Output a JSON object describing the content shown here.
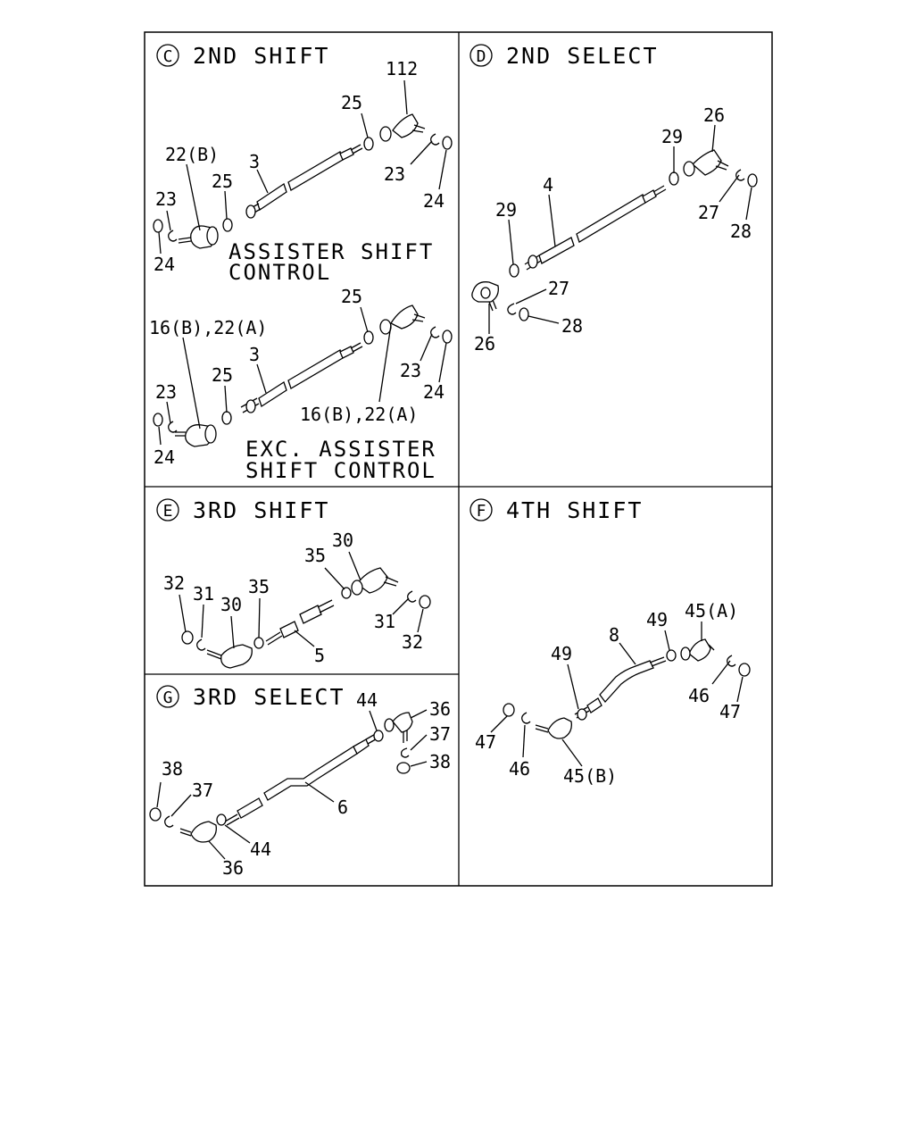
{
  "panels": {
    "c": {
      "letter": "C",
      "title": "2ND SHIFT",
      "upper": {
        "caption1": "ASSISTER SHIFT",
        "caption2": "CONTROL",
        "labels": {
          "p112": "112",
          "p25a": "25",
          "p23a": "23",
          "p24a": "24",
          "p22b": "22(B)",
          "p3": "3",
          "p25b": "25",
          "p23b": "23",
          "p24b": "24"
        }
      },
      "lower": {
        "caption1": "EXC. ASSISTER",
        "caption2": "SHIFT CONTROL",
        "labels": {
          "p16b22a_top": "16(B),22(A)",
          "p25a": "25",
          "p3": "3",
          "p25b": "25",
          "p23a": "23",
          "p24a": "24",
          "p16b22a_bot": "16(B),22(A)",
          "p23b": "23",
          "p24b": "24"
        }
      }
    },
    "d": {
      "letter": "D",
      "title": "2ND SELECT",
      "labels": {
        "p26a": "26",
        "p29a": "29",
        "p4": "4",
        "p27a": "27",
        "p28a": "28",
        "p29b": "29",
        "p27b": "27",
        "p26b": "26",
        "p28b": "28"
      }
    },
    "e": {
      "letter": "E",
      "title": "3RD SHIFT",
      "labels": {
        "p30a": "30",
        "p35a": "35",
        "p32a": "32",
        "p31a": "31",
        "p30b": "30",
        "p35b": "35",
        "p5": "5",
        "p31b": "31",
        "p32b": "32"
      }
    },
    "f": {
      "letter": "F",
      "title": "4TH SHIFT",
      "labels": {
        "p45a": "45(A)",
        "p49a": "49",
        "p8": "8",
        "p49b": "49",
        "p46a": "46",
        "p47a": "47",
        "p47b": "47",
        "p46b": "46",
        "p45b": "45(B)"
      }
    },
    "g": {
      "letter": "G",
      "title": "3RD SELECT",
      "labels": {
        "p44a": "44",
        "p36a": "36",
        "p37a": "37",
        "p38a": "38",
        "p38b": "38",
        "p37b": "37",
        "p6": "6",
        "p44b": "44",
        "p36b": "36"
      }
    }
  }
}
